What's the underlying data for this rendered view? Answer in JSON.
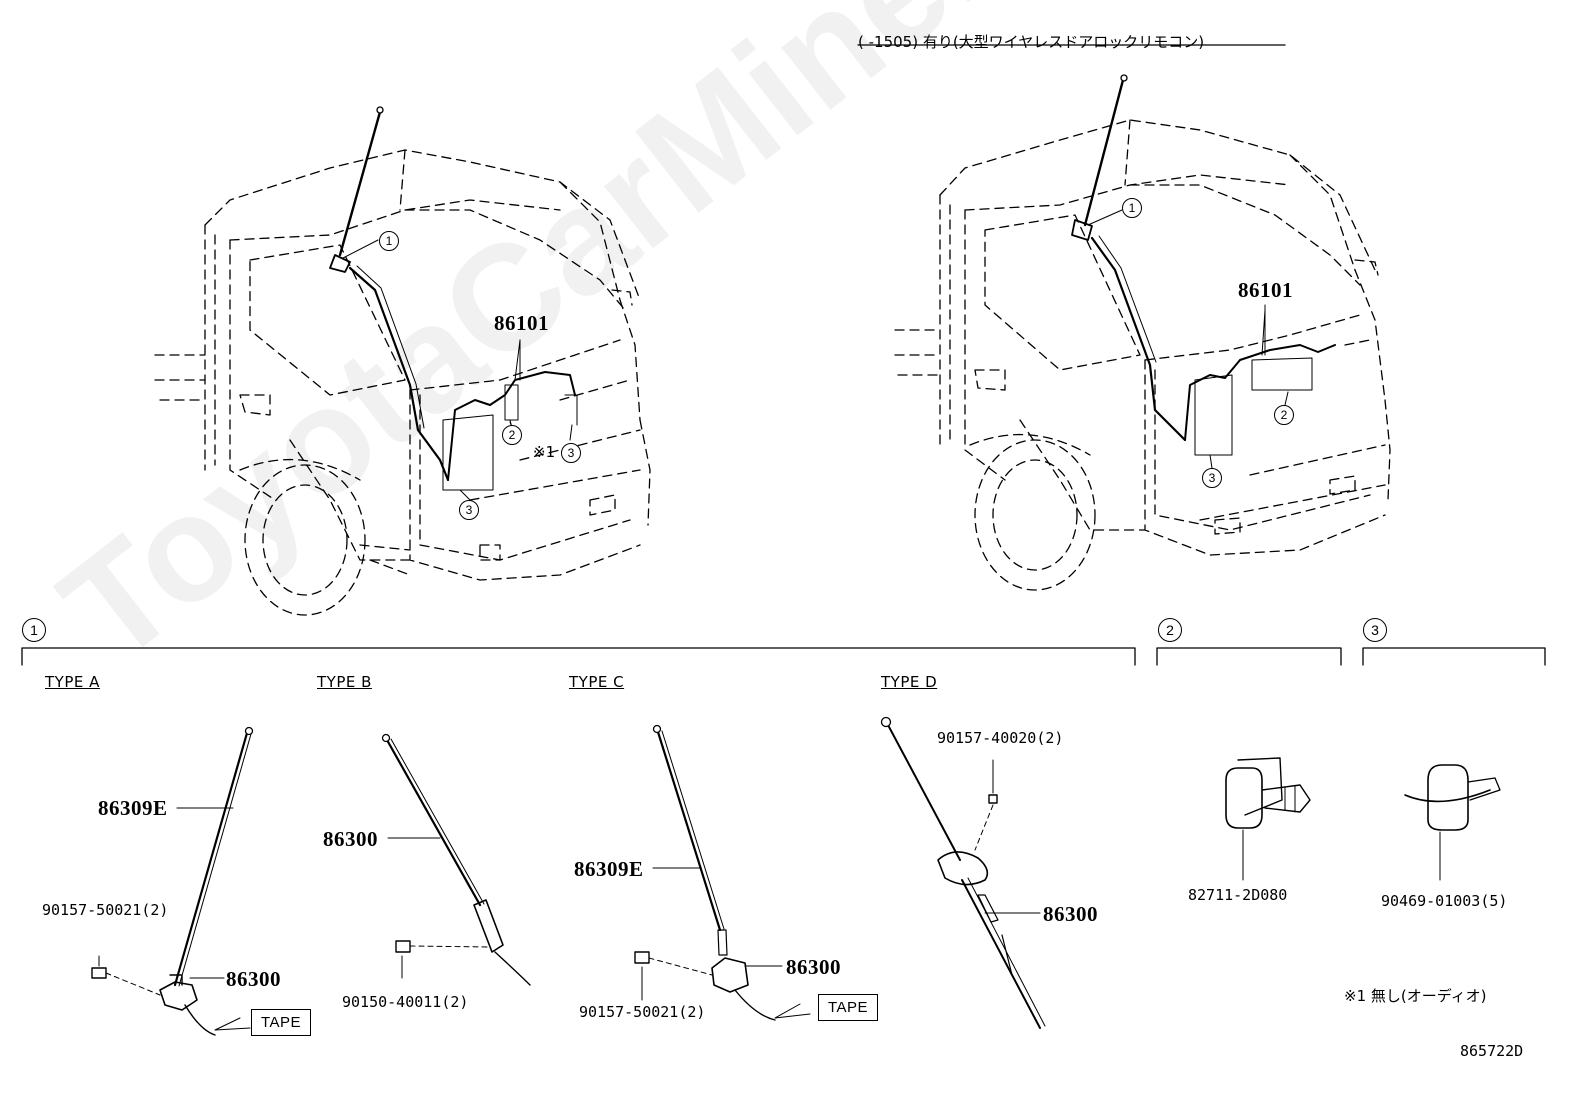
{
  "header": {
    "condition_note": "(      -1505) 有り(大型ワイヤレスドアロックリモコン)"
  },
  "watermark": "ToyotaCarMine.ru",
  "trucks": {
    "left": {
      "part_86101": "86101",
      "ref1": "1",
      "ref2": "2",
      "ref3a": "3",
      "ref3b": "3",
      "note_mark": "※1"
    },
    "right": {
      "part_86101": "86101",
      "ref1": "1",
      "ref2": "2",
      "ref3": "3"
    }
  },
  "sections": {
    "sec1": {
      "marker": "1"
    },
    "sec2": {
      "marker": "2"
    },
    "sec3": {
      "marker": "3"
    }
  },
  "types": {
    "a": {
      "title": "TYPE A",
      "antenna": "86309E",
      "bolt": "90157-50021(2)",
      "base": "86300",
      "tape": "TAPE"
    },
    "b": {
      "title": "TYPE B",
      "antenna": "86300",
      "bolt": "90150-40011(2)"
    },
    "c": {
      "title": "TYPE C",
      "antenna": "86309E",
      "bolt": "90157-50021(2)",
      "base": "86300",
      "tape": "TAPE"
    },
    "d": {
      "title": "TYPE D",
      "bolt": "90157-40020(2)",
      "cable": "86300"
    }
  },
  "clamps": {
    "clamp": "82711-2D080",
    "clip": "90469-01003(5)"
  },
  "footnote": "※1 無し(オーディオ)",
  "diagram_id": "865722D"
}
